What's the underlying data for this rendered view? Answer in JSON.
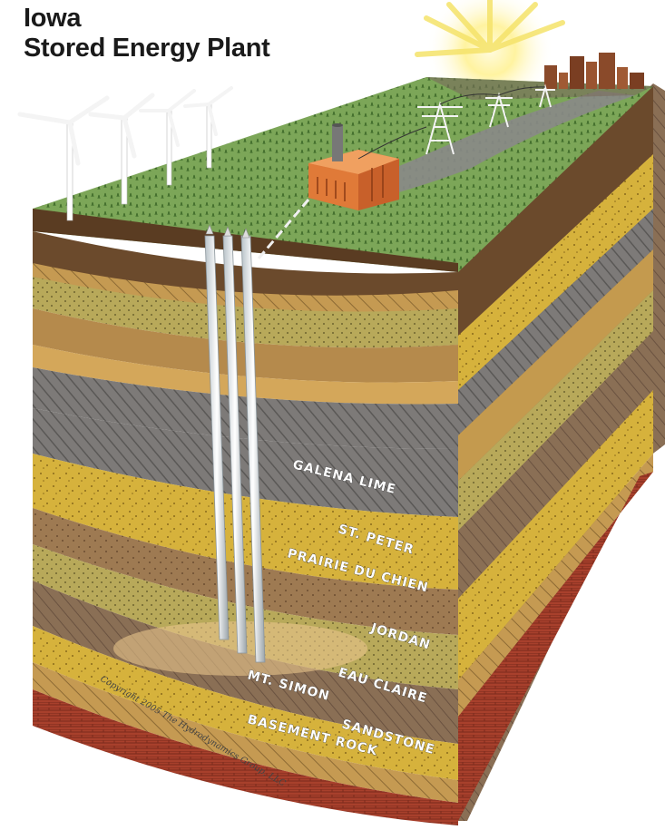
{
  "title": {
    "line1": "Iowa",
    "line2": "Stored Energy Plant"
  },
  "layers": [
    {
      "name": "GALENA LIME"
    },
    {
      "name": "ST. PETER"
    },
    {
      "name": "PRAIRIE DU CHIEN"
    },
    {
      "name": "JORDAN"
    },
    {
      "name": "EAU CLAIRE"
    },
    {
      "name": "MT. SIMON"
    },
    {
      "name": "SANDSTONE"
    },
    {
      "name": "BASEMENT ROCK"
    }
  ],
  "copyright": "Copyright 2005 The Hydrodynamics Group, LLC",
  "colors": {
    "grass": "#7ea65a",
    "topsoil": "#6b4a2c",
    "galena": "#8f8f8f",
    "st_peter": "#d9b840",
    "basement": "#a03a2a"
  }
}
